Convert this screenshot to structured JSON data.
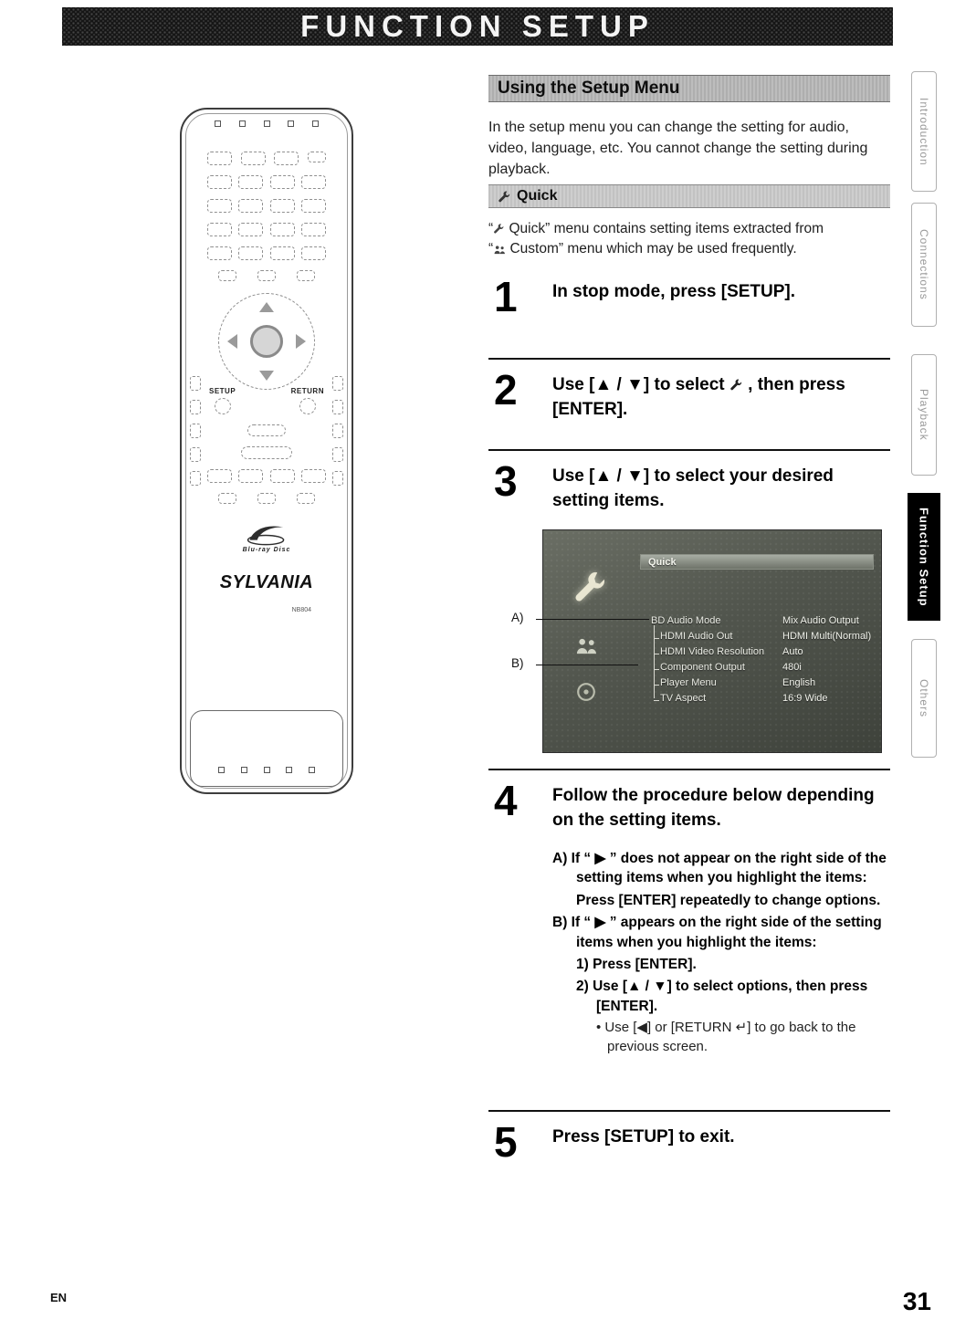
{
  "page": {
    "header_title": "FUNCTION SETUP",
    "footer_lang": "EN",
    "page_number": "31"
  },
  "sidebar": {
    "tabs": [
      {
        "label": "Introduction"
      },
      {
        "label": "Connections"
      },
      {
        "label": "Playback"
      },
      {
        "label": "Function Setup"
      },
      {
        "label": "Others"
      }
    ]
  },
  "remote": {
    "setup_label": "SETUP",
    "return_label": "RETURN",
    "brand": "SYLVANIA",
    "logo_text": "Blu-ray Disc",
    "model": "NB804"
  },
  "section": {
    "title": "Using the Setup Menu",
    "intro": "In the setup menu you can change the setting for audio, video, language, etc. You cannot change the setting during playback.",
    "quick_title": "Quick",
    "note1_open": "“",
    "note1_text": " Quick” menu contains setting items extracted from",
    "note2_open": "“",
    "note2_text": " Custom” menu which may be used frequently."
  },
  "steps": {
    "s1": {
      "num": "1",
      "text": "In stop mode, press [SETUP]."
    },
    "s2": {
      "num": "2",
      "pre": "Use [▲ / ▼] to select",
      "post": ", then press [ENTER]."
    },
    "s3": {
      "num": "3",
      "text": "Use [▲ / ▼] to select your desired setting items."
    },
    "s4": {
      "num": "4",
      "text": "Follow the procedure below depending on the setting items."
    },
    "s5": {
      "num": "5",
      "text": "Press [SETUP] to exit."
    }
  },
  "step4_details": {
    "a_head": "A) If “ ▶ ” does not appear on the right side of the setting items when you highlight the items:",
    "a_body": "Press [ENTER] repeatedly to change options.",
    "b_head": "B) If “ ▶ ” appears on the right side of the setting items when you highlight the items:",
    "b_item1": "1) Press [ENTER].",
    "b_item2": "2) Use [▲ / ▼] to select options, then press [ENTER].",
    "b_note": "• Use [◀] or [RETURN ↵] to go back to the previous screen."
  },
  "menu": {
    "title": "Quick",
    "callout_a": "A)",
    "callout_b": "B)",
    "items": [
      {
        "label": "BD Audio Mode",
        "value": "Mix Audio Output"
      },
      {
        "label": "HDMI Audio Out",
        "value": "HDMI Multi(Normal)"
      },
      {
        "label": "HDMI Video Resolution",
        "value": "Auto"
      },
      {
        "label": "Component Output",
        "value": "480i"
      },
      {
        "label": "Player Menu",
        "value": "English"
      },
      {
        "label": "TV Aspect",
        "value": "16:9 Wide"
      }
    ]
  },
  "colors": {
    "header_bg": "#161616",
    "section_bar_gray": "#b4b4b4",
    "menu_bg": "#4c504a",
    "active_tab_bg": "#000000"
  }
}
